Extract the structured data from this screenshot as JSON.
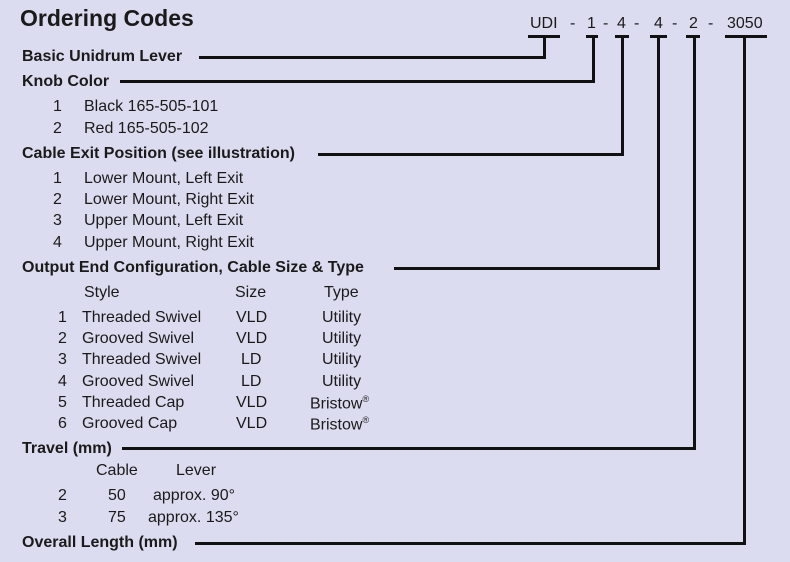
{
  "title": "Ordering Codes",
  "code": {
    "p0": "UDI",
    "s1": "-",
    "p1": "1",
    "s2": "-",
    "p2": "4",
    "s3": "-",
    "p3": "4",
    "s4": "-",
    "p4": "2",
    "s5": "-",
    "p5": "3050"
  },
  "sections": {
    "basic": "Basic Unidrum Lever",
    "knob": "Knob Color",
    "cable_exit": "Cable Exit Position (see illustration)",
    "output": "Output End Configuration, Cable Size & Type",
    "travel": "Travel (mm)",
    "overall": "Overall Length (mm)"
  },
  "knob_colors": [
    {
      "num": "1",
      "text": "Black 165-505-101"
    },
    {
      "num": "2",
      "text": "Red 165-505-102"
    }
  ],
  "cable_exits": [
    {
      "num": "1",
      "text": "Lower Mount, Left Exit"
    },
    {
      "num": "2",
      "text": "Lower Mount, Right Exit"
    },
    {
      "num": "3",
      "text": "Upper Mount, Left Exit"
    },
    {
      "num": "4",
      "text": "Upper Mount, Right Exit"
    }
  ],
  "output_headers": {
    "style": "Style",
    "size": "Size",
    "type": "Type"
  },
  "outputs": [
    {
      "num": "1",
      "style": "Threaded Swivel",
      "size": "VLD",
      "type": "Utility"
    },
    {
      "num": "2",
      "style": "Grooved Swivel",
      "size": "VLD",
      "type": "Utility"
    },
    {
      "num": "3",
      "style": "Threaded Swivel",
      "size": "LD",
      "type": "Utility"
    },
    {
      "num": "4",
      "style": "Grooved Swivel",
      "size": "LD",
      "type": "Utility"
    },
    {
      "num": "5",
      "style": "Threaded Cap",
      "size": "VLD",
      "type": "Bristow",
      "reg": "®"
    },
    {
      "num": "6",
      "style": "Grooved Cap",
      "size": "VLD",
      "type": "Bristow",
      "reg": "®"
    }
  ],
  "travel_headers": {
    "cable": "Cable",
    "lever": "Lever"
  },
  "travels": [
    {
      "num": "2",
      "cable": "50",
      "lever": "approx. 90°"
    },
    {
      "num": "3",
      "cable": "75",
      "lever": "approx. 135°"
    }
  ]
}
